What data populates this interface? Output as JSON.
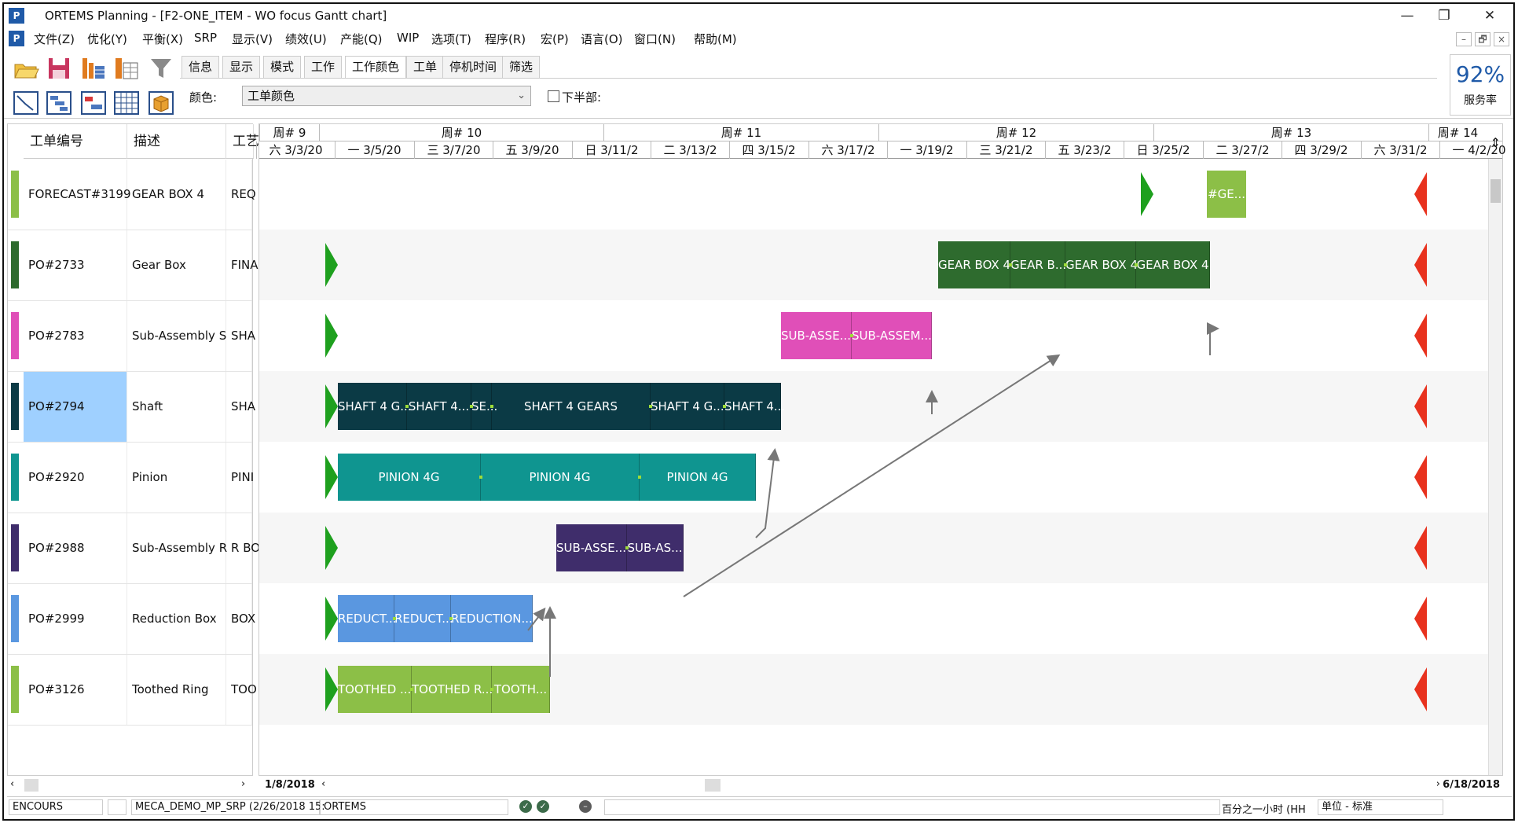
{
  "window": {
    "title": "ORTEMS   Planning - [F2-ONE_ITEM - WO focus Gantt chart]",
    "app_icon": "P",
    "controls": [
      "—",
      "❐",
      "✕"
    ],
    "mdi_controls": [
      "–",
      "🗗",
      "×"
    ]
  },
  "menu": [
    "文件(Z)",
    "优化(Y)",
    "平衡(X)",
    "SRP",
    "显示(V)",
    "绩效(U)",
    "产能(Q)",
    "WIP",
    "选项(T)",
    "程序(R)",
    "宏(P)",
    "语言(O)",
    "窗口(N)",
    "帮助(M)"
  ],
  "toolbar": {
    "tabs": [
      "信息",
      "显示",
      "模式",
      "工作",
      "工作颜色",
      "工单",
      "停机时间",
      "筛选"
    ],
    "active_tab": "工作颜色",
    "color_label": "颜色:",
    "color_value": "工单颜色",
    "lower_half_label": "下半部:",
    "service_rate_value": "92%",
    "service_rate_label": "服务率"
  },
  "left_grid": {
    "headers": [
      "工单编号",
      "描述",
      "工艺"
    ],
    "rows": [
      {
        "id": "FORECAST#3199",
        "desc": "GEAR BOX 4",
        "route": "REQ",
        "color": "#8cbf47",
        "selected": false
      },
      {
        "id": "PO#2733",
        "desc": "Gear Box",
        "route": "FINA",
        "color": "#2e6b2e",
        "selected": false
      },
      {
        "id": "PO#2783",
        "desc": "Sub-Assembly S",
        "route": "SHA",
        "color": "#e04fb8",
        "selected": false
      },
      {
        "id": "PO#2794",
        "desc": "Shaft",
        "route": "SHA",
        "color": "#0b3a45",
        "selected": true
      },
      {
        "id": "PO#2920",
        "desc": "Pinion",
        "route": "PINI",
        "color": "#0f9590",
        "selected": false
      },
      {
        "id": "PO#2988",
        "desc": "Sub-Assembly R",
        "route": "R BO",
        "color": "#3f2d6b",
        "selected": false
      },
      {
        "id": "PO#2999",
        "desc": "Reduction Box",
        "route": "BOX",
        "color": "#5a97e0",
        "selected": false
      },
      {
        "id": "PO#3126",
        "desc": "Toothed Ring",
        "route": "TOO",
        "color": "#8cbf47",
        "selected": false
      }
    ]
  },
  "timeline": {
    "weeks": [
      "周# 9",
      "周# 10",
      "周# 11",
      "周# 12",
      "周# 13",
      "周# 14"
    ],
    "days": [
      "六 3/3/20",
      "一 3/5/20",
      "三 3/7/20",
      "五 3/9/20",
      "日 3/11/2",
      "二 3/13/2",
      "四 3/15/2",
      "六 3/17/2",
      "一 3/19/2",
      "三 3/21/2",
      "五 3/23/2",
      "日 3/25/2",
      "二 3/27/2",
      "四 3/29/2",
      "六 3/31/2",
      "一 4/2/20"
    ]
  },
  "bars": [
    {
      "row": 0,
      "color": "#8cbf47",
      "segments": [
        "#GE..."
      ]
    },
    {
      "row": 1,
      "color": "#2e6b2e",
      "segments": [
        "GEAR BOX 4",
        "GEAR B...",
        "GEAR BOX 4",
        "GEAR BOX 4"
      ]
    },
    {
      "row": 2,
      "color": "#e04fb8",
      "segments": [
        "SUB-ASSE...",
        "SUB-ASSEM..."
      ]
    },
    {
      "row": 3,
      "color": "#0b3a45",
      "segments": [
        "SHAFT 4 G...",
        "SHAFT 4...",
        "SE...",
        "SHAFT 4 GEARS",
        "SHAFT 4 G...",
        "SHAFT 4..."
      ]
    },
    {
      "row": 4,
      "color": "#0f9590",
      "segments": [
        "PINION 4G",
        "PINION 4G",
        "PINION 4G"
      ]
    },
    {
      "row": 5,
      "color": "#3f2d6b",
      "segments": [
        "SUB-ASSE...",
        "SUB-AS..."
      ]
    },
    {
      "row": 6,
      "color": "#5a97e0",
      "segments": [
        "REDUCT...",
        "REDUCT...",
        "REDUCTION..."
      ]
    },
    {
      "row": 7,
      "color": "#8cbf47",
      "segments": [
        "TOOTHED ...",
        "TOOTHED R...",
        "TOOTH..."
      ]
    }
  ],
  "scroll": {
    "start_date": "1/8/2018",
    "end_date": "6/18/2018"
  },
  "status": {
    "mode": "ENCOURS",
    "db": "MECA_DEMO_MP_SRP (2/26/2018 15:",
    "app": "ORTEMS",
    "time_unit": "百分之一小时 (HH",
    "unit": "单位 - 标准"
  },
  "colors": {
    "start_marker": "#1ea01e",
    "end_marker": "#e8321e",
    "link": "#777777",
    "accent": "#1f5aa8"
  }
}
